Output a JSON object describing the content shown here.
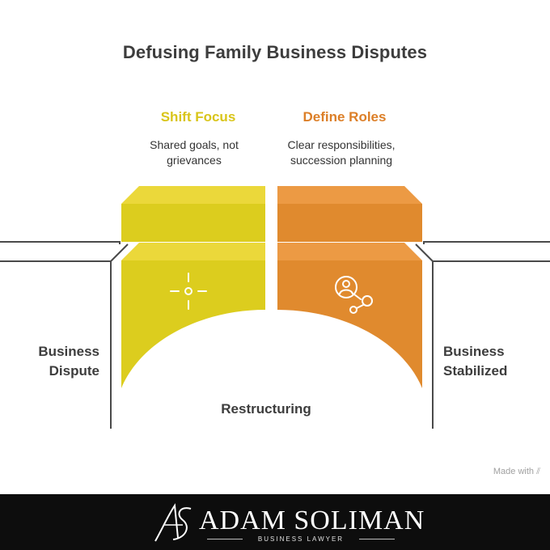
{
  "title": "Defusing Family Business Disputes",
  "left_step": {
    "heading": "Shift Focus",
    "description_line1": "Shared goals, not",
    "description_line2": "grievances",
    "color": "#dccd1e",
    "icon": "crosshair-icon"
  },
  "right_step": {
    "heading": "Define Roles",
    "description_line1": "Clear responsibilities,",
    "description_line2": "succession planning",
    "color": "#e08a2e",
    "icon": "user-network-icon"
  },
  "left_label": {
    "line1": "Business",
    "line2": "Dispute"
  },
  "right_label": {
    "line1": "Business",
    "line2": "Stabilized"
  },
  "center_label": "Restructuring",
  "made_with": "Made with",
  "footer": {
    "brand": "ADAM SOLIMAN",
    "tagline": "BUSINESS LAWYER",
    "monogram": "AS"
  }
}
